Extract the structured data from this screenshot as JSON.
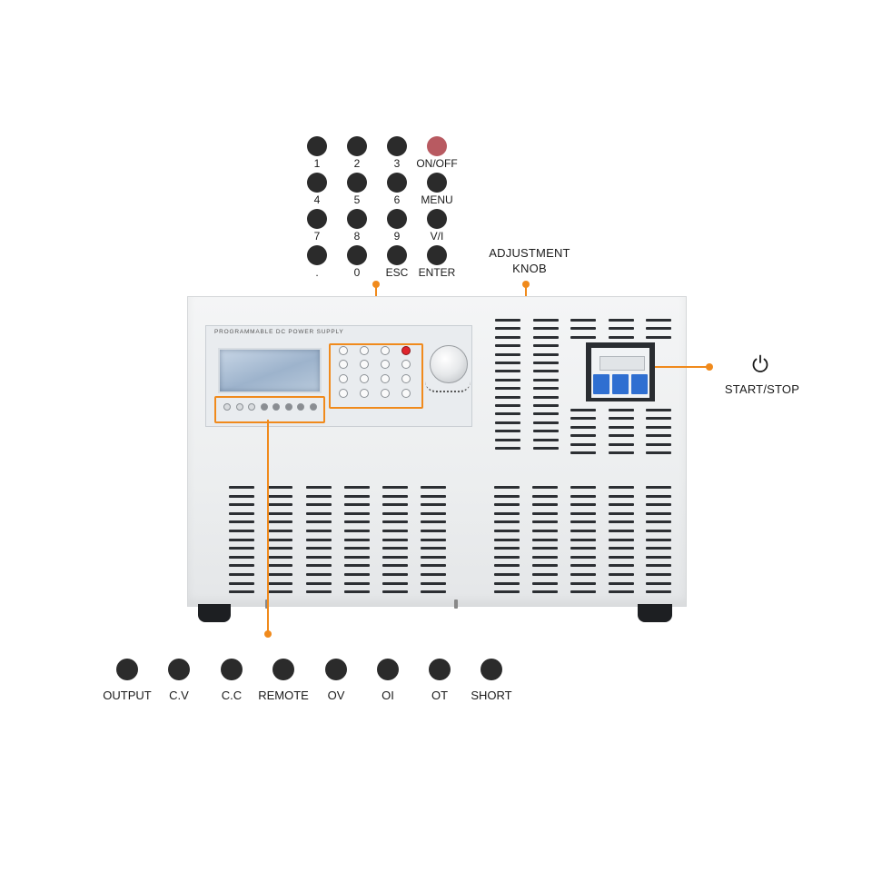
{
  "keypad": {
    "rows": [
      [
        "1",
        "2",
        "3",
        "ON/OFF"
      ],
      [
        "4",
        "5",
        "6",
        "MENU"
      ],
      [
        "7",
        "8",
        "9",
        "V/I"
      ],
      [
        ".",
        "0",
        "ESC",
        "ENTER"
      ]
    ],
    "onoff_color": "#b85a61",
    "key_color": "#2b2b2b"
  },
  "callouts": {
    "knob_line1": "ADJUSTMENT",
    "knob_line2": "KNOB",
    "start_stop": "START/STOP"
  },
  "indicators": [
    "OUTPUT",
    "C.V",
    "C.C",
    "REMOTE",
    "OV",
    "OI",
    "OT",
    "SHORT"
  ],
  "panel": {
    "title": "PROGRAMMABLE DC POWER SUPPLY"
  },
  "colors": {
    "accent": "#f08a1c",
    "breaker_blue": "#2f6fd1"
  }
}
